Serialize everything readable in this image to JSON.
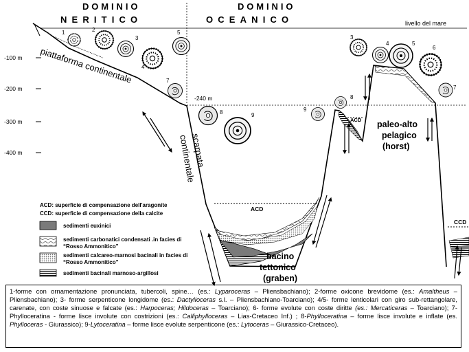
{
  "headers": {
    "left_top": "DOMINIO",
    "left_bottom": "NERITICO",
    "right_top": "DOMINIO",
    "right_bottom": "OCEANICO",
    "sea_level": "livello del mare"
  },
  "depths": [
    "-100 m",
    "-200 m",
    "-300 m",
    "-400 m"
  ],
  "depth_marker": "-240 m",
  "zones": {
    "platform": "piattaforma continentale",
    "slope_1": "scarpata",
    "slope_2": "continentale",
    "basin_1": "bacino",
    "basin_2": "tettonico",
    "basin_3": "(graben)",
    "high_1": "paleo-alto",
    "high_2": "pelagico",
    "high_3": "(horst)"
  },
  "surfaces": {
    "acd": "ACD",
    "ccd": "CCD",
    "acd_def": "ACD: superficie di compensazione dell'aragonite",
    "ccd_def": "CCD: superficie di compensazione della calcite"
  },
  "legend": [
    {
      "label_1": "sedimenti euxinici",
      "label_2": ""
    },
    {
      "label_1": "sedimenti carbonatici condensati .in facies di",
      "label_2": "“Rosso Ammonitico”"
    },
    {
      "label_1": "sedimenti calcareo-marnosi bacinali in facies di",
      "label_2": "“Rosso Ammonitico”"
    },
    {
      "label_1": "sedimenti bacinali marnoso-argillosi",
      "label_2": ""
    }
  ],
  "numbers": [
    "1",
    "2",
    "3",
    "4",
    "5",
    "7",
    "8",
    "9",
    "9",
    "8",
    "3",
    "4",
    "5",
    "6",
    "7"
  ],
  "caption": [
    {
      "t": "1-forme con ornamentazione pronunciata, tubercoli, spine… (es.: ",
      "i": false
    },
    {
      "t": "Lyparoceras",
      "i": true
    },
    {
      "t": " – Pliensbachiano); 2-forme oxicone brevidome (es.: ",
      "i": false
    },
    {
      "t": "Amaltheus",
      "i": true
    },
    {
      "t": " – Pliensbachiano); 3- forme serpenticone longidome (es.: ",
      "i": false
    },
    {
      "t": "Dactylioceras",
      "i": true
    },
    {
      "t": " s.l. – Pliensbachiano-Toarciano); 4/5- forme lenticolari con giro sub-rettangolare, carenate, con coste sinuose e falcate (es.: ",
      "i": false
    },
    {
      "t": "Harpoceras; Hildoceras",
      "i": true
    },
    {
      "t": " – Toarciano); 6- forme evolute con coste diritte ",
      "i": false
    },
    {
      "t": "(es.: Mercaticeras",
      "i": true
    },
    {
      "t": " – Toarciano); 7- Phylloceratina - forme lisce involute con costrizioni (es.: ",
      "i": false
    },
    {
      "t": "Calliphylloceras",
      "i": true
    },
    {
      "t": " – Lias-Cretaceo Inf.) ; 8-",
      "i": false
    },
    {
      "t": "Phylloceratina",
      "i": true
    },
    {
      "t": " – forme lisce involute e inflate (es. ",
      "i": false
    },
    {
      "t": "Phylloceras",
      "i": true
    },
    {
      "t": " - Giurassico); 9-",
      "i": false
    },
    {
      "t": "Lytoceratina",
      "i": true
    },
    {
      "t": " – forme lisce evolute serpenticone (es.: ",
      "i": false
    },
    {
      "t": "Lytoceras",
      "i": true
    },
    {
      "t": " – Giurassico-Cretaceo).",
      "i": false
    }
  ]
}
